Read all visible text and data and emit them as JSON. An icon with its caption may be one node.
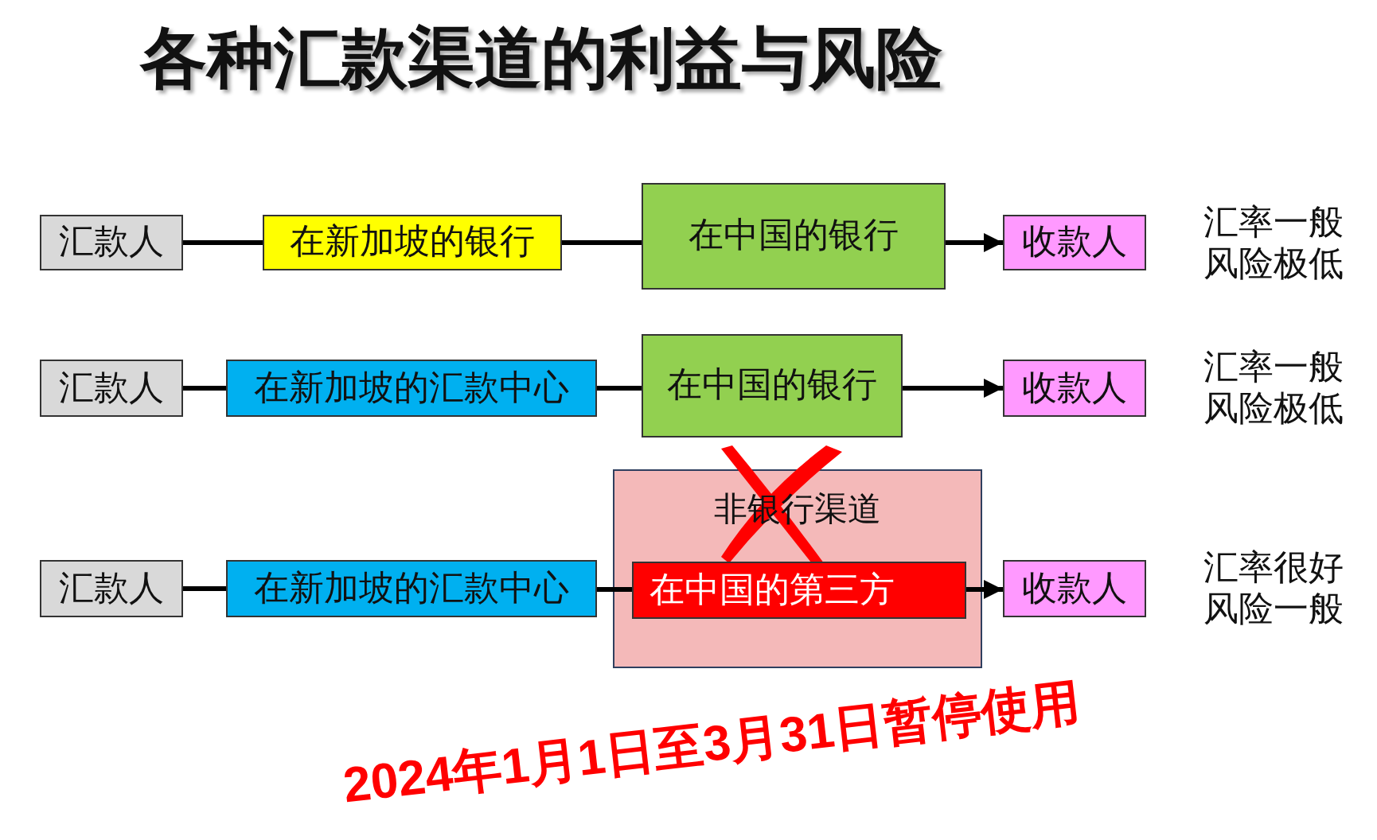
{
  "diagram": {
    "title": "各种汇款渠道的利益与风险",
    "nodes": [
      {
        "text": [
          "汇款人"
        ]
      },
      {
        "text": [
          "在新加坡的银行"
        ]
      },
      {
        "text": [
          "在中国的银行"
        ]
      },
      {
        "text": [
          "收款人"
        ],
        "beside": [
          "汇率一般",
          "风险极低"
        ]
      },
      {
        "text": [
          "汇款人"
        ]
      },
      {
        "text": [
          "在新加坡的汇款中心"
        ]
      },
      {
        "text": [
          "在中国的银行"
        ]
      },
      {
        "text": [
          "收款人"
        ],
        "beside": [
          "汇率一般",
          "风险极低"
        ]
      },
      {
        "text": [
          "汇款人"
        ]
      },
      {
        "text": [
          "在新加坡的汇款中心"
        ]
      },
      {
        "text": [
          "非银行渠道"
        ]
      },
      {
        "text": [
          "在中国的第三方"
        ],
        "in": 10
      },
      {
        "text": [
          "收款人"
        ],
        "beside": [
          "汇率很好",
          "风险一般"
        ]
      }
    ],
    "edges": [
      {
        "from": 0,
        "to": 1,
        "arrow": "none"
      },
      {
        "from": 1,
        "to": 2,
        "arrow": "none"
      },
      {
        "from": 2,
        "to": 3,
        "arrow": "to"
      },
      {
        "from": 4,
        "to": 5,
        "arrow": "none"
      },
      {
        "from": 5,
        "to": 6,
        "arrow": "none"
      },
      {
        "from": 6,
        "to": 7,
        "arrow": "to"
      },
      {
        "from": 8,
        "to": 9,
        "arrow": "none"
      },
      {
        "from": 9,
        "to": 11,
        "arrow": "none"
      },
      {
        "from": 11,
        "to": 12,
        "arrow": "to"
      }
    ],
    "labels": [
      "2024年1月1日至3月31日暂停使用"
    ]
  }
}
